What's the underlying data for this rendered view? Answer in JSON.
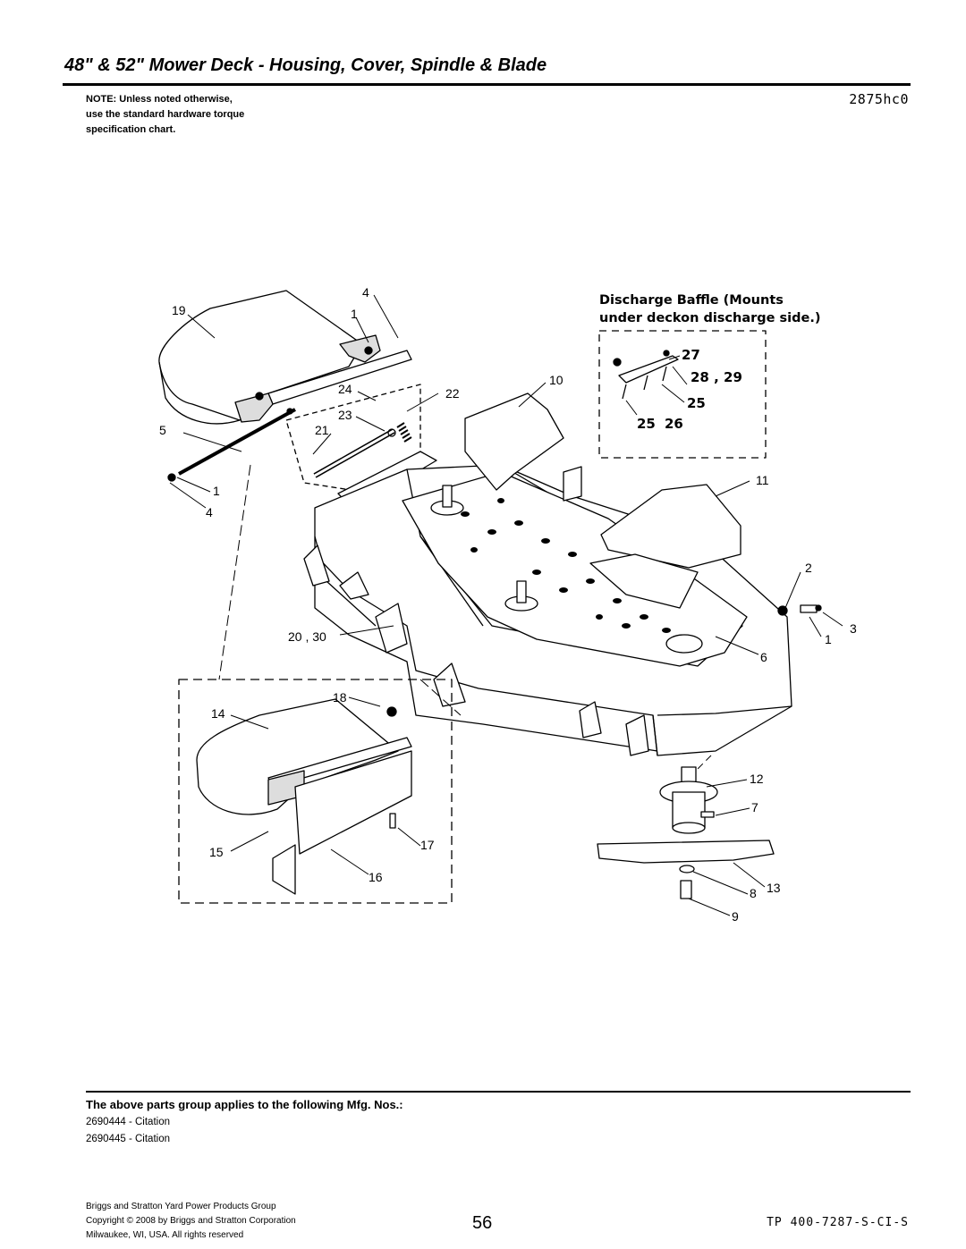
{
  "header": {
    "title": "48\" & 52\" Mower Deck - Housing, Cover, Spindle & Blade",
    "note_lines": [
      "NOTE: Unless noted otherwise,",
      "use the standard hardware torque",
      "specification chart."
    ],
    "drawing_code": "2875hc0"
  },
  "diagram": {
    "inset_title_lines": [
      "Discharge Baffle (Mounts",
      "under deckon discharge side.)"
    ],
    "callouts": {
      "c19": "19",
      "c4a": "4",
      "c1a": "1",
      "c24": "24",
      "c22": "22",
      "c23": "23",
      "c21": "21",
      "c5": "5",
      "c1b": "1",
      "c4b": "4",
      "c10": "10",
      "c27": "27",
      "c28_29": "28 , 29",
      "c25a": "25",
      "c25b": "25",
      "c26": "26",
      "c11": "11",
      "c2": "2",
      "c3": "3",
      "c1c": "1",
      "c6": "6",
      "c20_30": "20 , 30",
      "c18": "18",
      "c14": "14",
      "c12": "12",
      "c7": "7",
      "c15": "15",
      "c17": "17",
      "c16": "16",
      "c13": "13",
      "c8": "8",
      "c9": "9"
    }
  },
  "footer": {
    "applies_heading": "The above parts group applies to the following Mfg. Nos.:",
    "mfg_numbers": [
      "2690444 - Citation",
      "2690445 - Citation"
    ],
    "company_lines": [
      "Briggs and Stratton Yard Power Products Group",
      "Copyright ©  2008 by Briggs and Stratton Corporation",
      "Milwaukee, WI, USA. All rights reserved"
    ],
    "page_number": "56",
    "doc_code": "TP 400-7287-S-CI-S"
  }
}
